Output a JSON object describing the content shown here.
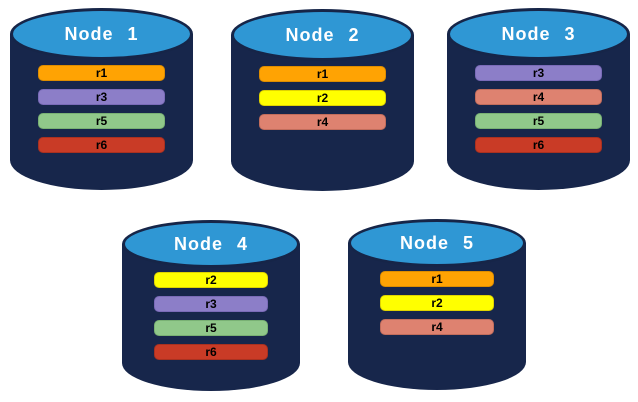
{
  "nodes": [
    {
      "label": "Node 1",
      "replicas": [
        "r1",
        "r3",
        "r5",
        "r6"
      ]
    },
    {
      "label": "Node 2",
      "replicas": [
        "r1",
        "r2",
        "r4"
      ]
    },
    {
      "label": "Node 3",
      "replicas": [
        "r3",
        "r4",
        "r5",
        "r6"
      ]
    },
    {
      "label": "Node 4",
      "replicas": [
        "r2",
        "r3",
        "r5",
        "r6"
      ]
    },
    {
      "label": "Node 5",
      "replicas": [
        "r1",
        "r2",
        "r4"
      ]
    }
  ],
  "replica_colors": {
    "r1": {
      "fill": "#FFA303",
      "border": "#DE8D00"
    },
    "r2": {
      "fill": "#FFFF00",
      "border": "#E0D400"
    },
    "r3": {
      "fill": "#8C7EC8",
      "border": "#7A6BB8"
    },
    "r4": {
      "fill": "#DE8270",
      "border": "#C26D5C"
    },
    "r5": {
      "fill": "#90C88A",
      "border": "#79B174"
    },
    "r6": {
      "fill": "#C93B26",
      "border": "#A93120"
    }
  },
  "colors": {
    "cylinder_body": "#17264B",
    "cylinder_top_fill": "#2F97D4",
    "cylinder_outline": "#162548",
    "node_label_text": "#FFFFFF",
    "replica_label_text": "#000000",
    "background": "#FFFFFF"
  }
}
